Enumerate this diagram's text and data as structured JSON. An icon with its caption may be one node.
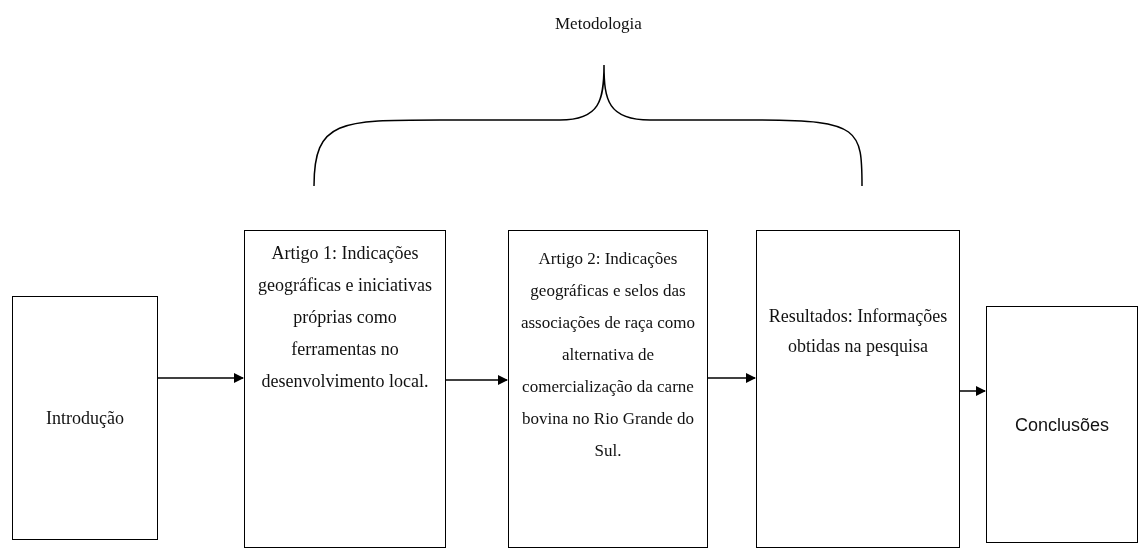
{
  "diagram": {
    "nodes": [
      {
        "text": [
          "Introdução"
        ]
      },
      {
        "text": [
          "Artigo 1: Indicações geográficas e iniciativas próprias como ferramentas no desenvolvimento local."
        ]
      },
      {
        "text": [
          "Artigo 2: Indicações geográficas e selos das associações de raça como alternativa de comercialização da carne bovina no Rio Grande do Sul."
        ]
      },
      {
        "text": [
          "Resultados: Informações obtidas na pesquisa"
        ]
      },
      {
        "text": [
          "Conclusões"
        ]
      }
    ],
    "edges": [
      {
        "from": 0,
        "to": 1,
        "arrow": "to"
      },
      {
        "from": 1,
        "to": 2,
        "arrow": "to"
      },
      {
        "from": 2,
        "to": 3,
        "arrow": "to"
      },
      {
        "from": 3,
        "to": 4,
        "arrow": "to"
      }
    ],
    "labels": [
      "Metodologia"
    ]
  }
}
